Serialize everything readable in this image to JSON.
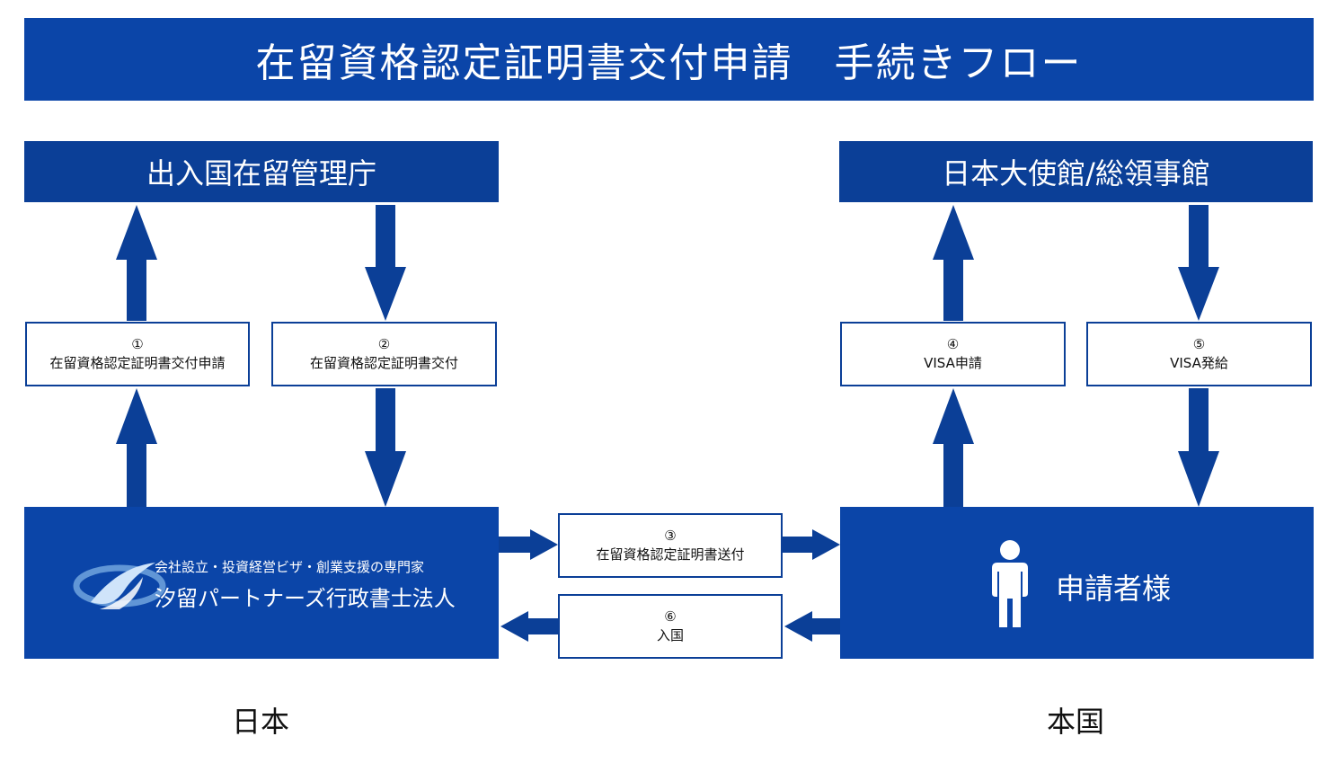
{
  "title": "在留資格認定証明書交付申請　手続きフロー",
  "immigration_agency": "出入国在留管理庁",
  "embassy": "日本大使館/総領事館",
  "steps": [
    {
      "number": "①",
      "label": "在留資格認定証明書交付申請"
    },
    {
      "number": "②",
      "label": "在留資格認定証明書交付"
    },
    {
      "number": "③",
      "label": "在留資格認定証明書送付"
    },
    {
      "number": "④",
      "label": "VISA申請"
    },
    {
      "number": "⑤",
      "label": "VISA発給"
    },
    {
      "number": "⑥",
      "label": "入国"
    }
  ],
  "office": {
    "tagline": "会社設立・投資経営ビザ・創業支援の専門家",
    "name": "汐留パートナーズ行政書士法人"
  },
  "applicant": "申請者様",
  "regions": {
    "japan": "日本",
    "home_country": "本国"
  },
  "colors": {
    "primary": "#0b45a8",
    "dark": "#0b3f97",
    "logo_light": "#7fb2e6"
  },
  "icons": {
    "logo": "company-logo",
    "person": "person-icon"
  }
}
